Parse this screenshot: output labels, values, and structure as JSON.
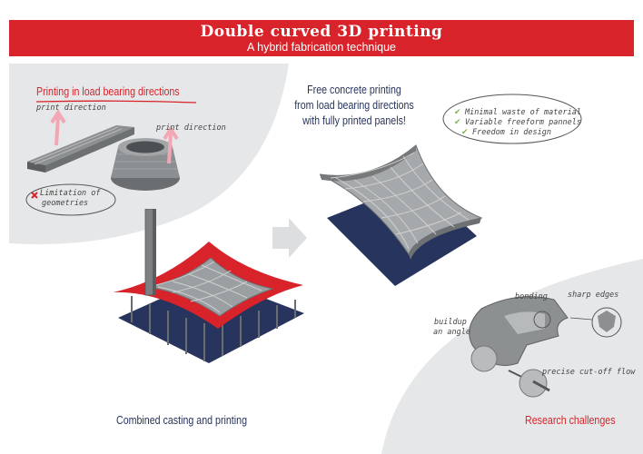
{
  "header": {
    "title": "Double curved 3D printing",
    "subtitle": "A hybrid fabrication technique"
  },
  "left_panel": {
    "heading": "Printing in load bearing directions",
    "label_1": "print direction",
    "label_2": "print direction",
    "limitation_line1": "Limitation of",
    "limitation_line2": "geometries"
  },
  "center": {
    "caption_line1": "Free concrete printing",
    "caption_line2": "from load bearing directions",
    "caption_line3": "with fully printed panels!"
  },
  "benefits": {
    "items": [
      "Minimal waste of material",
      "Variable freeform pannels",
      "Freedom in design"
    ]
  },
  "bottom_left": {
    "caption": "Combined casting and printing"
  },
  "research": {
    "heading": "Research challenges",
    "bonding": "bonding",
    "sharp_edges": "sharp edges",
    "buildup_line1": "buildup",
    "buildup_line2": "an angle",
    "cutoff": "precise cut-off flow"
  },
  "colors": {
    "brand_red": "#d8232a",
    "navy": "#26345e",
    "concrete_grey": "#9a9d9e",
    "check_green": "#7ab648"
  }
}
